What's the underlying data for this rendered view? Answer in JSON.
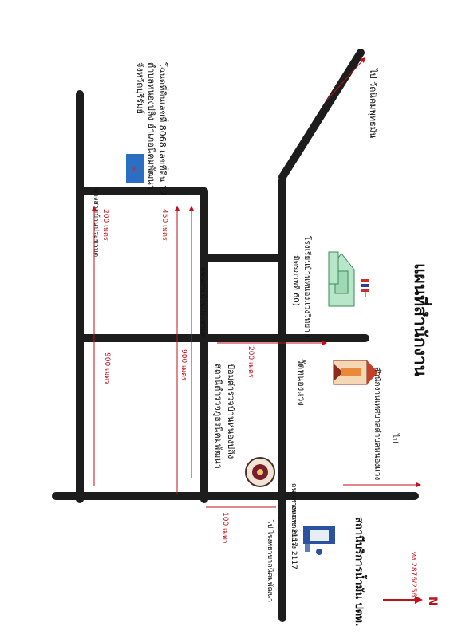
{
  "title": "แผนที่สำนักงาน",
  "doc_id": "ทง.2876/2563",
  "north": "N",
  "roads": {
    "highway_2117": "ถนนทางหลวง 2117",
    "rural_road_top": "ทางสายบ้านประชาบด",
    "rural_road_mid": "ถนนสายบ้านประชาบด"
  },
  "places": {
    "site_line1": "โฉนดที่ดินเลขที่ 8068 เลขที่ดิน 12",
    "site_line2": "ตำบลหนองปลิง อำเภอนิคมพัฒนา",
    "site_line3": "จังหวัดบุรีรัมย์",
    "to_temple_line": "ไป วัดนิคมพุทธมัน",
    "school_line1": "โรงเรียนบ้านหนองแวงวิทยา (",
    "school_line2": "มิตรภาพที่ 60)",
    "temple": "วัดหนองแวง",
    "police_line1": "ป้อมตำรวจบ้านหนองปลิง",
    "police_line2": "สถานีตำรวจภูธรนิคมพัฒนา",
    "to_office_top": "ไป",
    "to_office_line": "สำนักงานเทศบาลตำบลหนองแวง",
    "to_hospital": "ไป โรงพยาบาลนิคมพัฒนา",
    "gas_station": "สถานีบริการน้ำมัน ปตท."
  },
  "distances": {
    "d450": "450 เมตร",
    "d200a": "200 เมตร",
    "d200b": "200 เมตร",
    "d900a": "900 เมตร",
    "d900b": "900 เมตร",
    "d100": "100 เมตร"
  }
}
